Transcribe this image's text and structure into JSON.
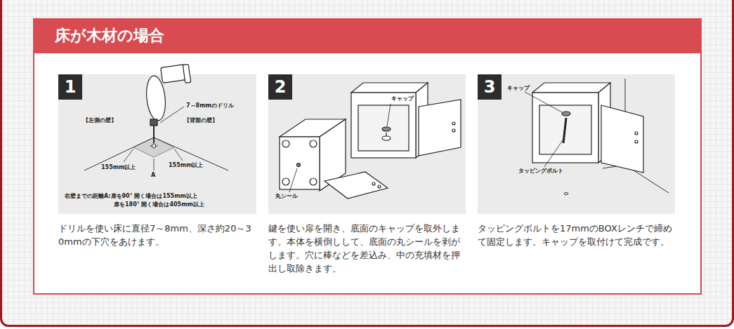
{
  "diagram": {
    "title": "床が木材の場合",
    "nodes": [
      {
        "text": [
          "1"
        ]
      },
      {
        "text": [
          "2"
        ]
      },
      {
        "text": [
          "3"
        ]
      }
    ],
    "labels": [
      "7～8mmのドリル",
      "【左側の壁】",
      "【背面の壁】",
      "155mm以上",
      "155mm以上",
      "A",
      "右壁までの距離A:扉を90° 開く場合は155mm以上",
      "扉を180° 開く場合は405mm以上",
      "ドリルを使い床に直径7～8mm、深さ約20～30mmの下穴をあけます。",
      "キャップ",
      "丸シール",
      "鍵を使い扉を開き、底面のキャップを取外します。本体を横倒しして、底面の丸シールを剥がします。穴に棒などを差込み、中の充填材を押出し取除きます。",
      "キャップ",
      "タッピングボルト",
      "タッピングボルトを17mmのBOXレンチで締めて固定します。キャップを取付けて完成です。"
    ]
  }
}
